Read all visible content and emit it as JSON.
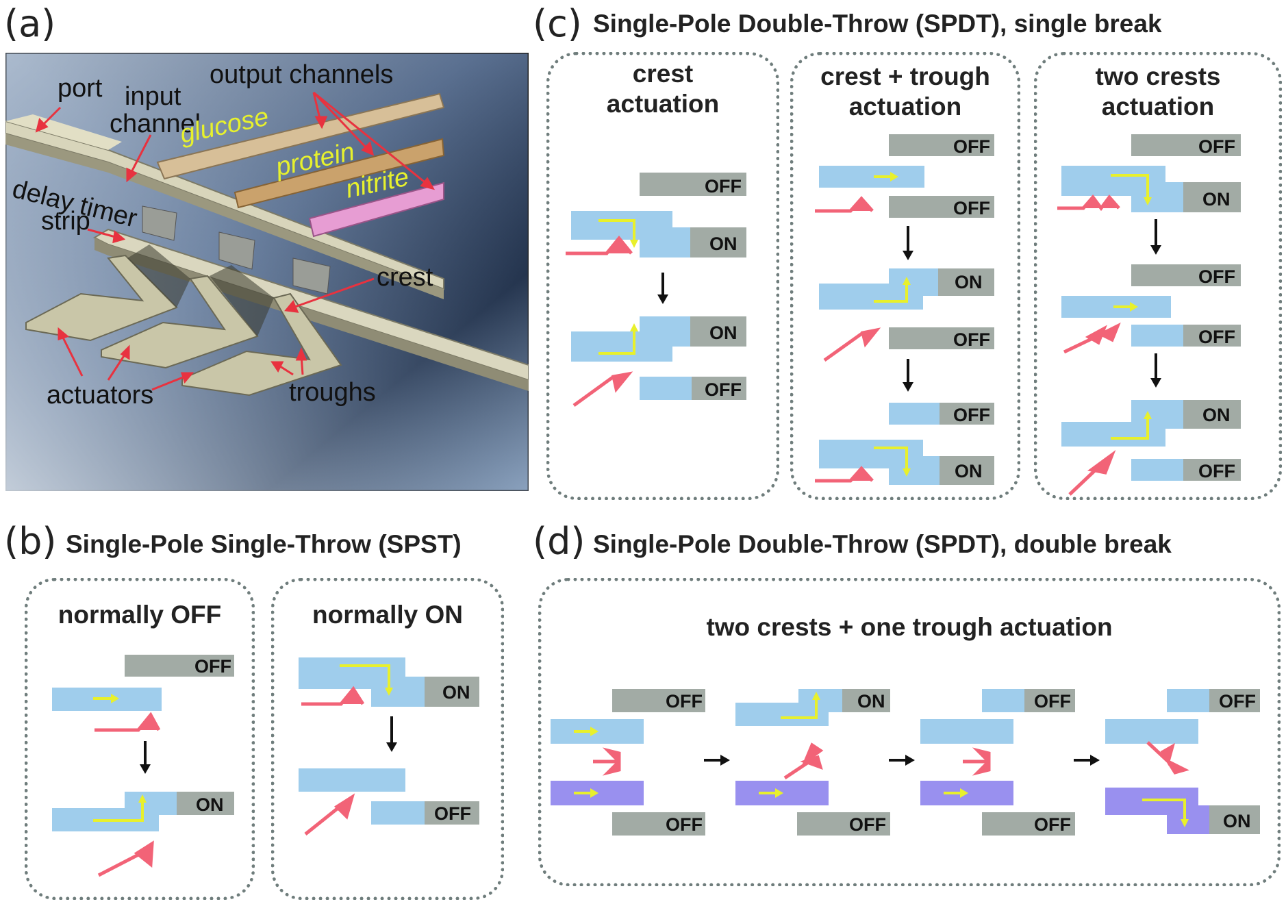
{
  "colors": {
    "channel": "#9fcdec",
    "channel_purple": "#9990ef",
    "gate_gray": "#a2aba5",
    "actuator": "#f26377",
    "flow_arrow": "#e8f02c",
    "border": "#6f7d7c"
  },
  "panels": {
    "a": {
      "letter": "(a)",
      "labels": {
        "port": "port",
        "input_channel": "input\nchannel",
        "output_channels": "output channels",
        "glucose": "glucose",
        "protein": "protein",
        "nitrite": "nitrite",
        "delay_timer_strip": "delay timer\nstrip",
        "crest": "crest",
        "actuators": "actuators",
        "troughs": "troughs"
      }
    },
    "b": {
      "letter": "(b)",
      "title": "Single-Pole Single-Throw (SPST)",
      "boxes": [
        {
          "title": "normally OFF"
        },
        {
          "title": "normally ON"
        }
      ]
    },
    "c": {
      "letter": "(c)",
      "title": "Single-Pole Double-Throw (SPDT), single break",
      "boxes": [
        {
          "title": "crest\nactuation"
        },
        {
          "title": "crest + trough\nactuation"
        },
        {
          "title": "two crests\nactuation"
        }
      ]
    },
    "d": {
      "letter": "(d)",
      "title": "Single-Pole Double-Throw (SPDT), double break",
      "box_title": "two crests + one trough actuation"
    }
  },
  "states": {
    "off": "OFF",
    "on": "ON"
  }
}
